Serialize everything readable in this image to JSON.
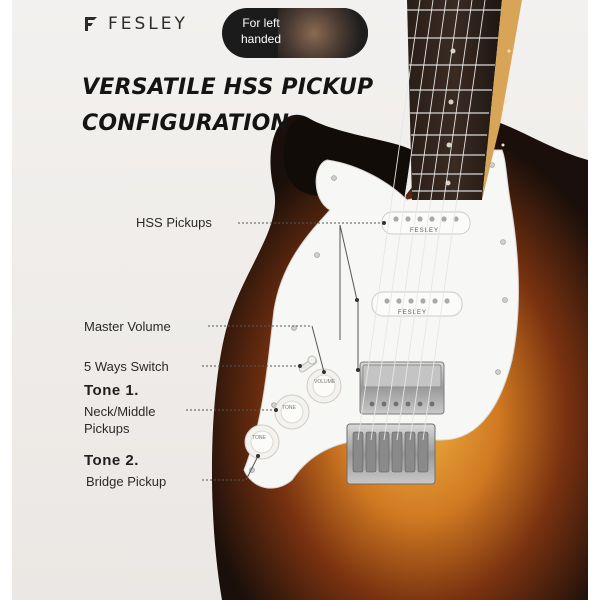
{
  "brand": {
    "name": "FESLEY",
    "icon": "fesley-logo-icon"
  },
  "badge": {
    "line1": "For left",
    "line2": "handed"
  },
  "headline": {
    "line1": "VERSATILE HSS PICKUP",
    "line2": "CONFIGURATION"
  },
  "pickup_brand": "FESLEY",
  "knob_labels": {
    "volume": "VOLUME",
    "tone": "TONE"
  },
  "callouts": {
    "hss_pickups": "HSS Pickups",
    "master_volume": "Master Volume",
    "five_way_switch": "5 Ways Switch",
    "tone1_title": "Tone 1.",
    "tone1_sub1": "Neck/Middle",
    "tone1_sub2": "Pickups",
    "tone2_title": "Tone 2.",
    "tone2_sub": "Bridge Pickup"
  },
  "colors": {
    "background": "#eeebe8",
    "sunburst_dark": "#1a0f0a",
    "sunburst_mid": "#8a3e12",
    "sunburst_light": "#e8a23a",
    "pickguard": "#f7f7f5"
  }
}
